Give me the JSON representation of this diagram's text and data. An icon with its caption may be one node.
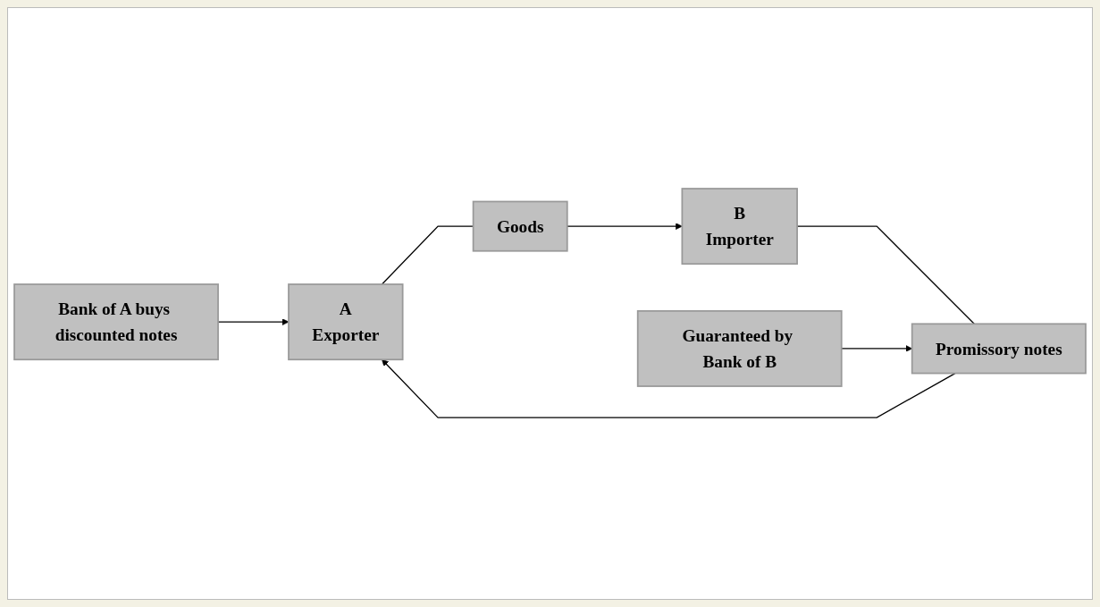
{
  "diagram": {
    "nodes": [
      {
        "text": [
          "A",
          "Exporter"
        ]
      },
      {
        "text": [
          "Goods"
        ]
      },
      {
        "text": [
          "B",
          "Importer"
        ]
      },
      {
        "text": [
          "Promissory notes"
        ]
      },
      {
        "text": [
          "Bank of A buys discounted notes"
        ]
      },
      {
        "text": [
          "Guaranteed by Bank of B"
        ]
      }
    ],
    "edges": [
      {
        "from": 0,
        "to": 1,
        "arrow": "none"
      },
      {
        "from": 1,
        "to": 2,
        "arrow": "to"
      },
      {
        "from": 2,
        "to": 3,
        "arrow": "none"
      },
      {
        "from": 3,
        "to": 0,
        "arrow": "to"
      },
      {
        "from": 4,
        "to": 0,
        "arrow": "to"
      },
      {
        "from": 5,
        "to": 3,
        "arrow": "to"
      }
    ]
  }
}
